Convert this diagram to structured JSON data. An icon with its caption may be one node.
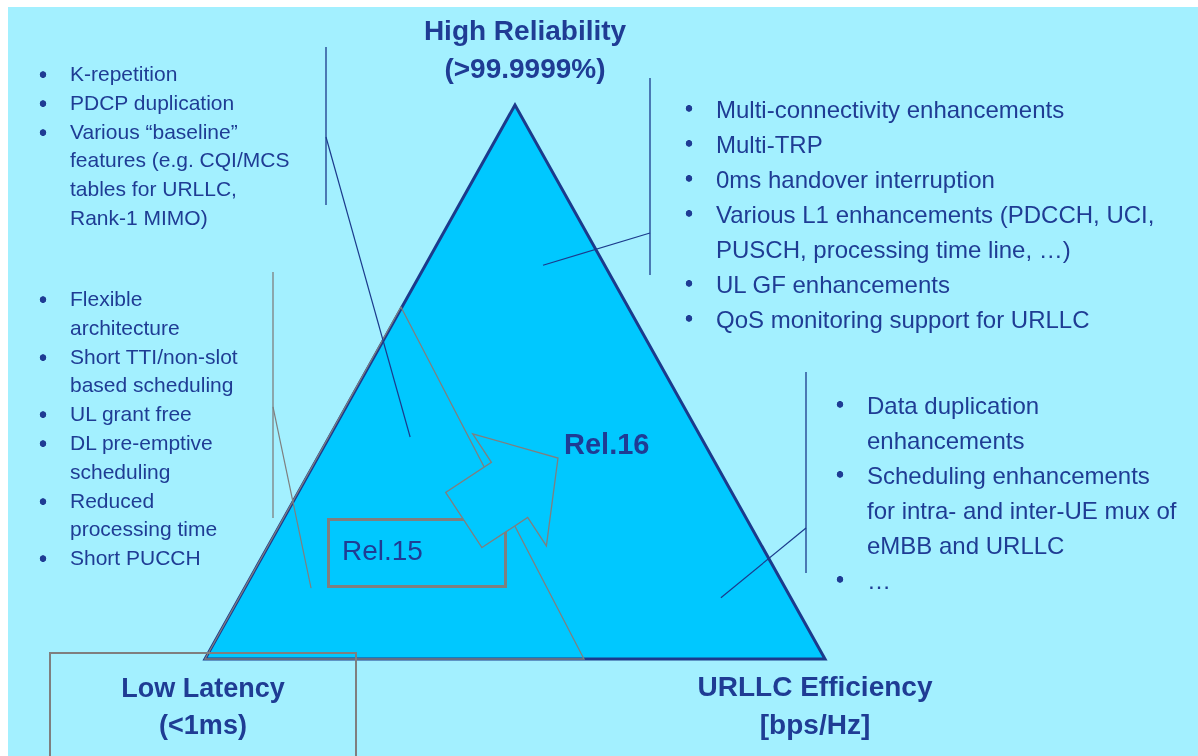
{
  "diagram": {
    "nodes": [
      {
        "text": [],
        "shape": "triangle"
      },
      {
        "text": [],
        "shape": "triangle",
        "in": 0
      },
      {
        "text": [
          "Rel.15"
        ],
        "in": 1
      },
      {
        "text": [
          "Rel.16"
        ],
        "in": 0
      },
      {
        "text": [
          "K-repetition",
          "PDCP duplication",
          "Various “baseline” features (e.g. CQI/MCS tables for URLLC, Rank-1 MIMO)"
        ]
      },
      {
        "text": [
          "Flexible architecture",
          "Short TTI/non-slot based scheduling",
          "UL grant free",
          "DL pre-emptive scheduling",
          "Reduced processing time",
          "Short PUCCH"
        ]
      },
      {
        "text": [
          "Multi-connectivity enhancements",
          "Multi-TRP",
          "0ms handover interruption",
          "Various L1 enhancements (PDCCH, UCI, PUSCH, processing time line, …)",
          "UL GF enhancements",
          "QoS monitoring support for URLLC"
        ]
      },
      {
        "text": [
          "Data duplication enhancements",
          "Scheduling enhancements for intra- and inter-UE mux of eMBB and URLLC",
          "…"
        ]
      },
      {
        "text": [
          "Low Latency (<1ms)"
        ]
      }
    ],
    "edges": [
      {
        "from": 4,
        "to": 1,
        "arrow": "none"
      },
      {
        "from": 5,
        "to": 1,
        "arrow": "none",
        "color": "#7f7f7f"
      },
      {
        "from": 6,
        "to": 0,
        "arrow": "none"
      },
      {
        "from": 7,
        "to": 0,
        "arrow": "none"
      },
      {
        "from": 2,
        "to": 3,
        "arrow": "to",
        "style": "thick",
        "color": "#7f7f7f"
      }
    ],
    "labels": [
      "High Reliability (>99.9999%)",
      "URLLC Efficiency [bps/Hz]"
    ]
  }
}
